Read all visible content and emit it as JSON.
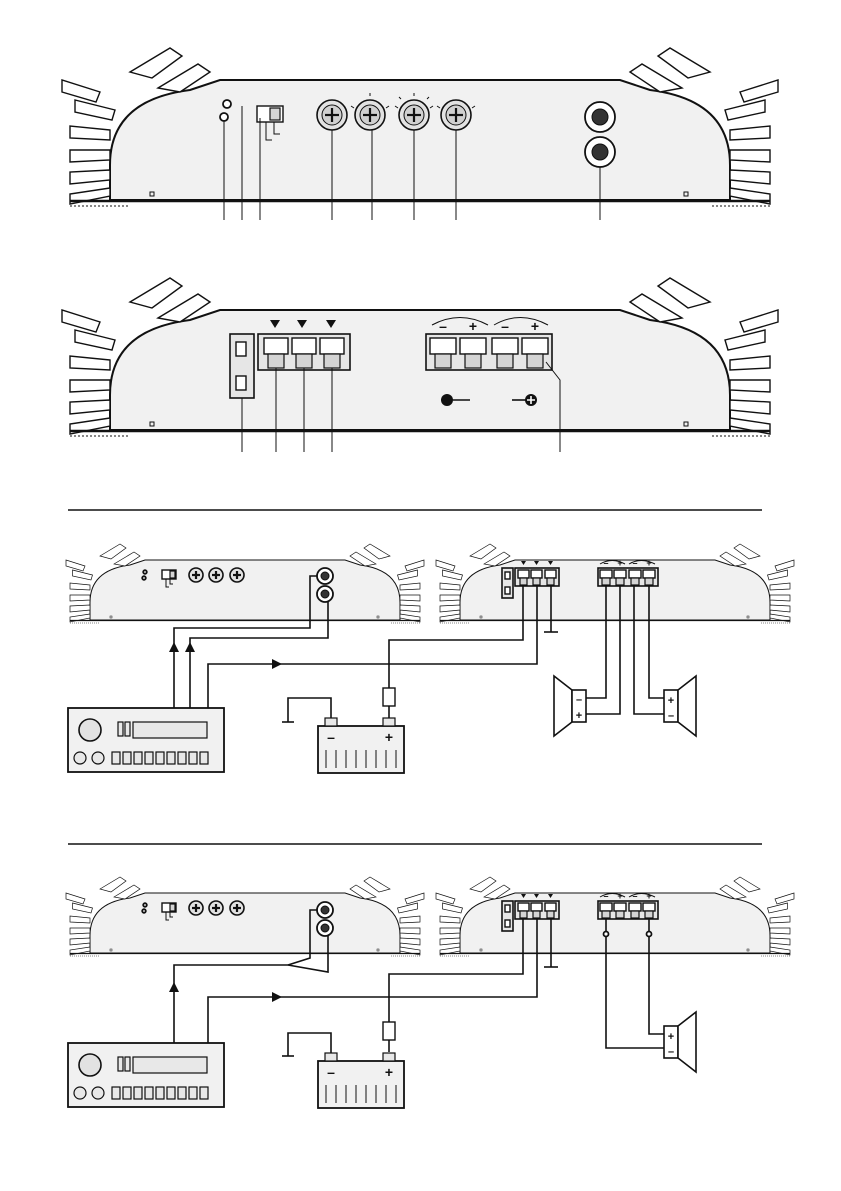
{
  "figure": {
    "panels": [
      {
        "id": "front-panel",
        "knobs": 4,
        "rca_jacks": 2,
        "leds": 2,
        "switch": true
      },
      {
        "id": "rear-panel",
        "power_terminals": 3,
        "speaker_terminals": 4,
        "fuse_holder": true
      },
      {
        "id": "stereo-wiring",
        "speakers": 2,
        "input_cables": 2
      },
      {
        "id": "bridged-wiring",
        "speakers": 1,
        "input_cables": 1
      }
    ],
    "symbols": {
      "minus": "–",
      "plus": "+"
    },
    "colors": {
      "line": "#111111",
      "panel_fill": "#f1f1f1"
    },
    "icons": [
      "led-icon",
      "switch-icon",
      "knob-icon",
      "rca-jack-icon",
      "terminal-icon",
      "fuse-icon",
      "battery-icon",
      "speaker-icon",
      "ground-icon",
      "head-unit-icon"
    ]
  }
}
